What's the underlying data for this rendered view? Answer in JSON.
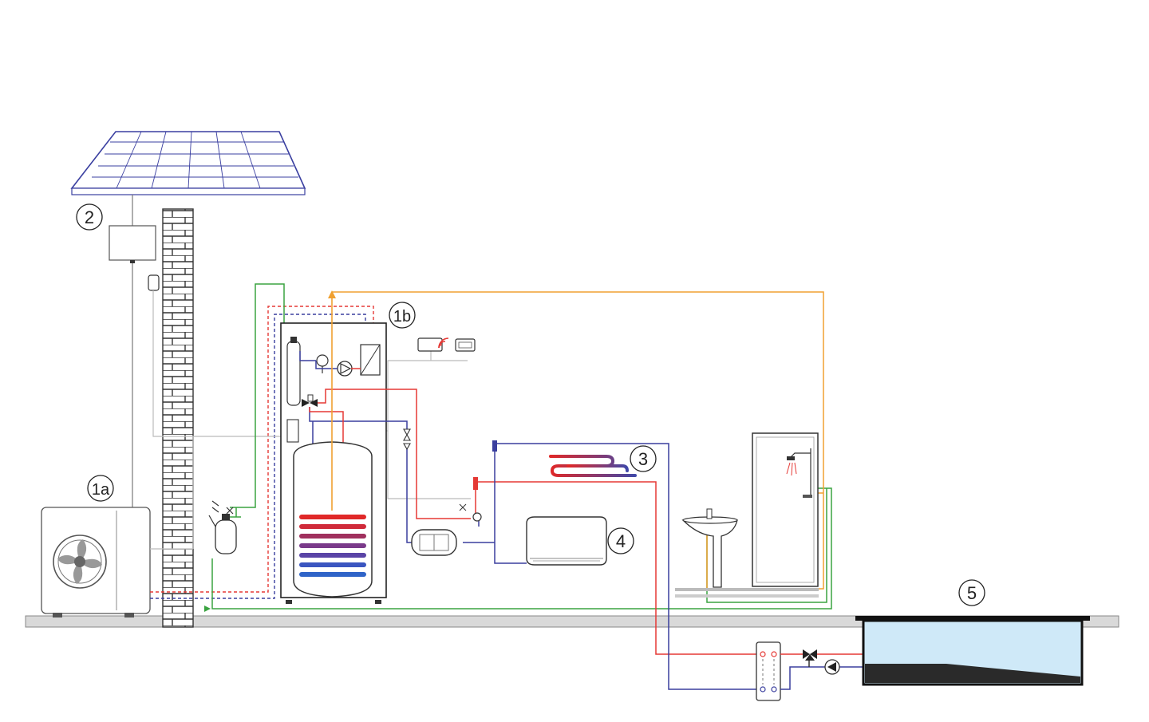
{
  "labels": {
    "heat_pump_outdoor": "1a",
    "indoor_unit": "1b",
    "solar_controller": "2",
    "floor_heating": "3",
    "fan_coil": "4",
    "pool": "5"
  },
  "colors": {
    "hot_flow": "#e53935",
    "return": "#3a3f9e",
    "dhw": "#f0a030",
    "cold_water": "#3aa340",
    "electric": "#bbbbbb",
    "pool_water": "#cfe9f8",
    "brick": "#444444",
    "outline": "#333333"
  },
  "icons": [
    "solar-panel-icon",
    "heat-pump-fan-icon",
    "wifi-icon",
    "pump-icon",
    "valve-icon",
    "shower-icon",
    "sink-icon"
  ]
}
